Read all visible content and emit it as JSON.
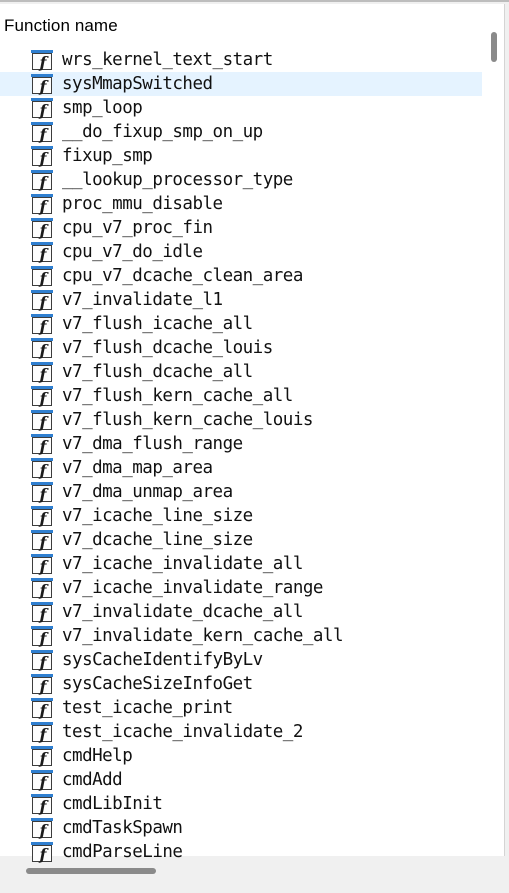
{
  "header": {
    "title": "Function name"
  },
  "functions": [
    {
      "name": "wrs_kernel_text_start"
    },
    {
      "name": "sysMmapSwitched",
      "selected": true
    },
    {
      "name": "smp_loop"
    },
    {
      "name": "__do_fixup_smp_on_up"
    },
    {
      "name": "fixup_smp"
    },
    {
      "name": "__lookup_processor_type"
    },
    {
      "name": "proc_mmu_disable"
    },
    {
      "name": "cpu_v7_proc_fin"
    },
    {
      "name": "cpu_v7_do_idle"
    },
    {
      "name": "cpu_v7_dcache_clean_area"
    },
    {
      "name": "v7_invalidate_l1"
    },
    {
      "name": "v7_flush_icache_all"
    },
    {
      "name": "v7_flush_dcache_louis"
    },
    {
      "name": "v7_flush_dcache_all"
    },
    {
      "name": "v7_flush_kern_cache_all"
    },
    {
      "name": "v7_flush_kern_cache_louis"
    },
    {
      "name": "v7_dma_flush_range"
    },
    {
      "name": "v7_dma_map_area"
    },
    {
      "name": "v7_dma_unmap_area"
    },
    {
      "name": "v7_icache_line_size"
    },
    {
      "name": "v7_dcache_line_size"
    },
    {
      "name": "v7_icache_invalidate_all"
    },
    {
      "name": "v7_icache_invalidate_range"
    },
    {
      "name": "v7_invalidate_dcache_all"
    },
    {
      "name": "v7_invalidate_kern_cache_all"
    },
    {
      "name": "sysCacheIdentifyByLv"
    },
    {
      "name": "sysCacheSizeInfoGet"
    },
    {
      "name": "test_icache_print"
    },
    {
      "name": "test_icache_invalidate_2"
    },
    {
      "name": "cmdHelp"
    },
    {
      "name": "cmdAdd"
    },
    {
      "name": "cmdLibInit"
    },
    {
      "name": "cmdTaskSpawn"
    },
    {
      "name": "cmdParseLine"
    }
  ],
  "icon": {
    "name": "function-icon",
    "glyph": "f",
    "accent": "#2f7fd0"
  },
  "colors": {
    "selected_row": "#e5f3ff",
    "scroll_thumb": "#8a8a8a"
  }
}
